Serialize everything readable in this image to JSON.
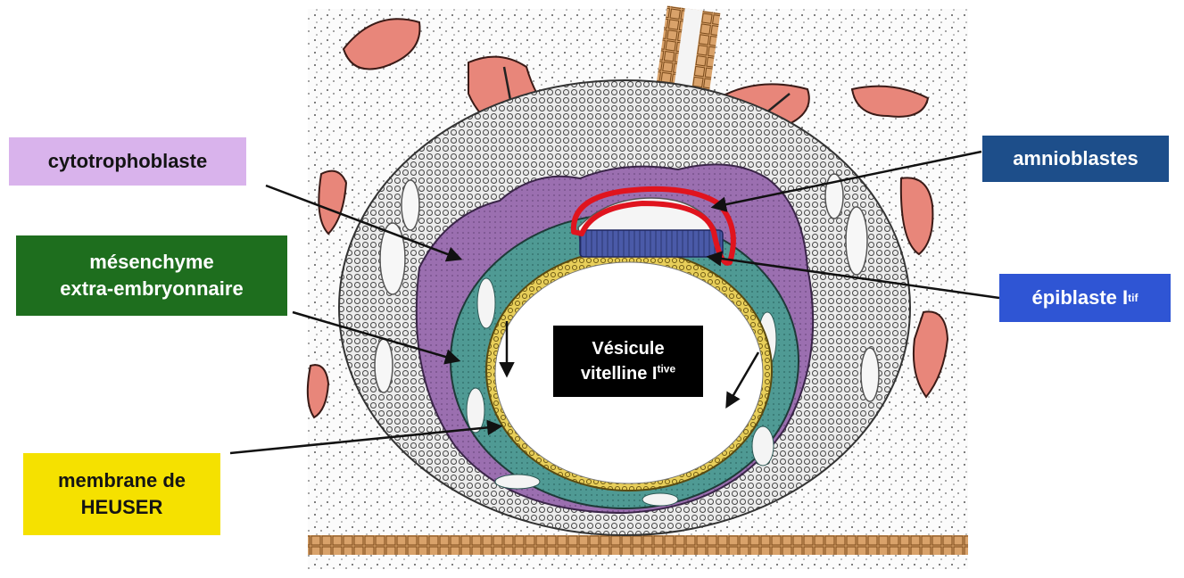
{
  "labels": {
    "cytotrophoblaste": "cytotrophoblaste",
    "mesenchyme_line1": "mésenchyme",
    "mesenchyme_line2": "extra-embryonnaire",
    "heuser_line1": "membrane de",
    "heuser_line2": "HEUSER",
    "amnioblastes": "amnioblastes",
    "epiblaste": "épiblaste I",
    "epiblaste_sup": "tif",
    "vesicule_line1": "Vésicule",
    "vesicule_line2": "vitelline I",
    "vesicule_sup": "tive"
  },
  "colors": {
    "cytotrophoblaste_box": "#d9b3ec",
    "mesenchyme_box": "#1e6e1e",
    "heuser_box": "#f5e100",
    "amnioblastes_box": "#1d4e8a",
    "epiblaste_box": "#2f55d4",
    "vesicule_box": "#000000",
    "cytotrophoblast_layer": "#9b6fb0",
    "extraembryonic_mesoderm": "#4f9a94",
    "heuser_membrane": "#e8cf5a",
    "epiblast_layer": "#4a5aa8",
    "maternal_vessels": "#e8867a",
    "highlight_outline": "#e0141e"
  }
}
